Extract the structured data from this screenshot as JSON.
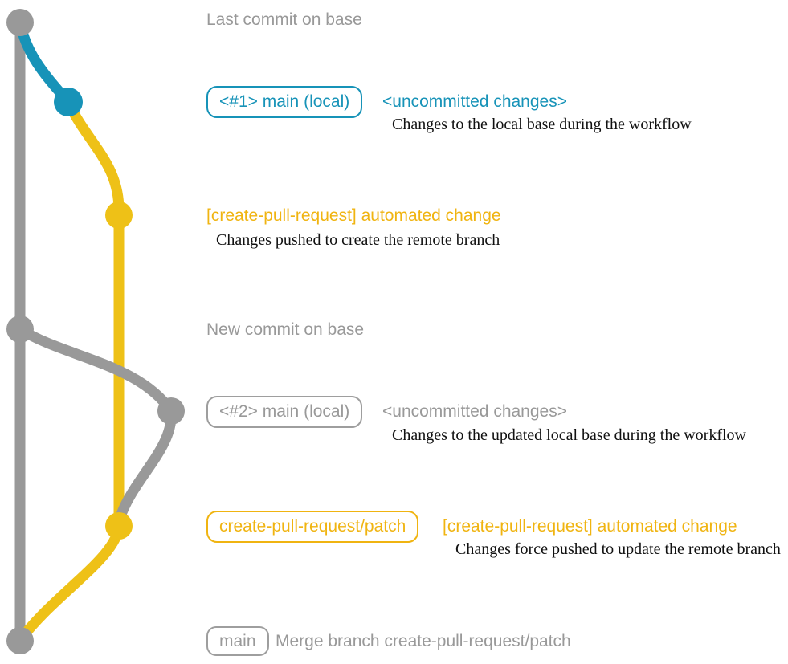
{
  "colors": {
    "graph_gray": "#999999",
    "graph_teal": "#1793b8",
    "graph_yellow": "#eec117",
    "label_yellow": "#f0b411",
    "description_black": "#111111"
  },
  "graph": {
    "commit_dots": [
      "commit-base-tip",
      "commit-local-main-1",
      "commit-patch-1",
      "commit-base-new",
      "commit-local-main-2",
      "commit-patch-2",
      "commit-merge"
    ],
    "branch_lines": [
      "base-branch-line",
      "local-main-branch-curve-1",
      "patch-branch-line",
      "base-update-curve",
      "local-main-rebase-curve",
      "patch-merge-curve"
    ]
  },
  "sections": {
    "header_top": "Last commit on base",
    "local1": {
      "branch_label": "<#1> main (local)",
      "status": "<uncommitted changes>",
      "description": "Changes to the local base during the workflow"
    },
    "push1": {
      "commit_message": "[create-pull-request] automated change",
      "description": "Changes pushed to create the remote branch"
    },
    "header_mid": "New commit on base",
    "local2": {
      "branch_label": "<#2> main (local)",
      "status": "<uncommitted changes>",
      "description": "Changes to the updated local base during the workflow"
    },
    "push2": {
      "branch_label": "create-pull-request/patch",
      "commit_message": "[create-pull-request] automated change",
      "description": "Changes force pushed to update the remote branch"
    },
    "merge": {
      "branch_label": "main",
      "commit_message": "Merge branch create-pull-request/patch"
    }
  }
}
